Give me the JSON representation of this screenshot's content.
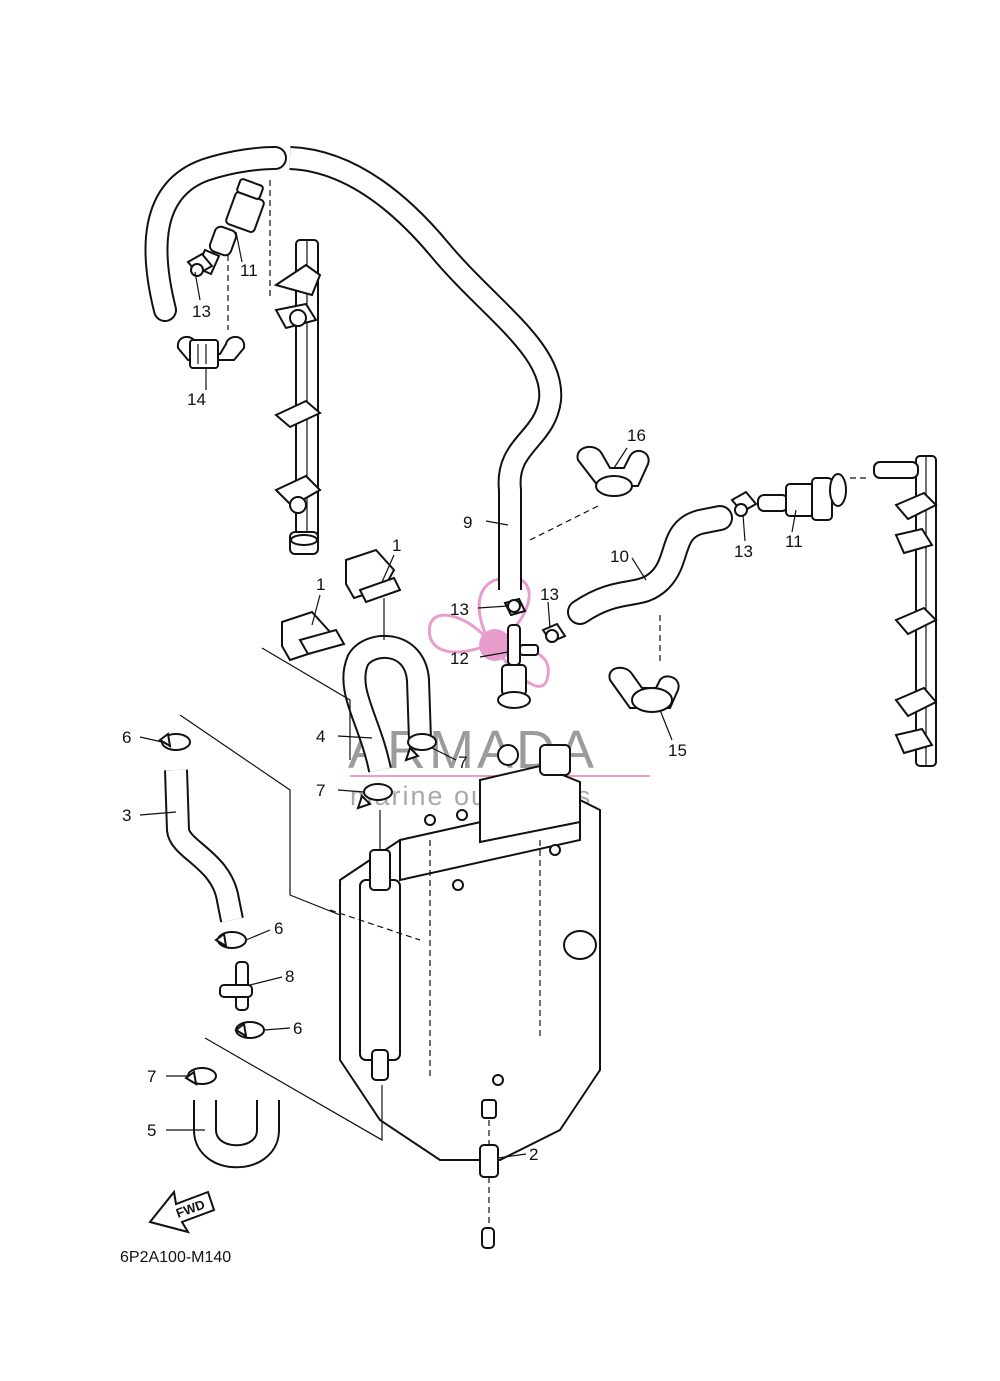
{
  "diagram_code": "6P2A100-M140",
  "fwd_label": "FWD",
  "watermark": {
    "brand": "ARMADA",
    "tagline": "marine outboards",
    "accent": "#e58cc4"
  },
  "callouts": {
    "c1a": "1",
    "c1b": "1",
    "c2": "2",
    "c3": "3",
    "c4": "4",
    "c5": "5",
    "c6a": "6",
    "c6b": "6",
    "c6c": "6",
    "c7a": "7",
    "c7b": "7",
    "c7c": "7",
    "c8": "8",
    "c9": "9",
    "c10": "10",
    "c11a": "11",
    "c11b": "11",
    "c12": "12",
    "c13a": "13",
    "c13b": "13",
    "c13c": "13",
    "c14": "14",
    "c15": "15",
    "c16": "16"
  }
}
